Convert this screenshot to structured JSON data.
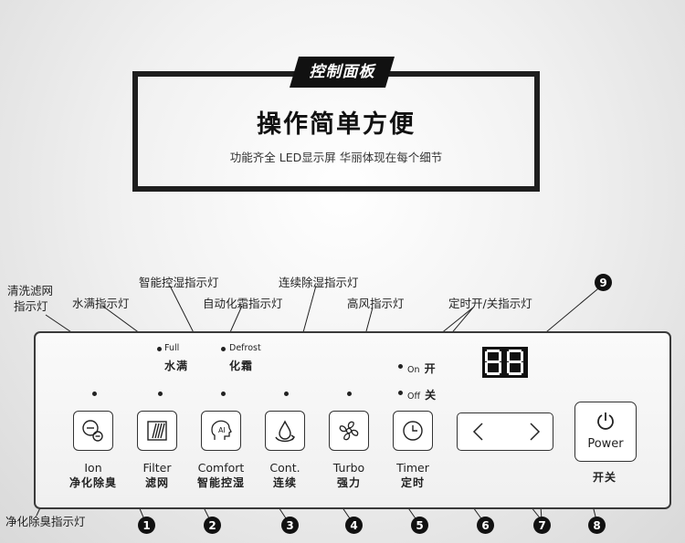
{
  "header": {
    "badge": "控制面板",
    "headline": "操作简单方便",
    "subline": "功能齐全 LED显示屏 华丽体现在每个细节"
  },
  "annotations": {
    "wash_filter_1": "清洗滤网",
    "wash_filter_2": "指示灯",
    "water_full": "水满指示灯",
    "smart_humidity": "智能控湿指示灯",
    "auto_defrost": "自动化霜指示灯",
    "continuous": "连续除湿指示灯",
    "turbo": "高风指示灯",
    "timer_onoff": "定时开/关指示灯",
    "ion": "净化除臭指示灯"
  },
  "indicators": {
    "full_en": "Full",
    "full_cn": "水满",
    "defrost_en": "Defrost",
    "defrost_cn": "化霜",
    "on_en": "On",
    "on_cn": "开",
    "off_en": "Off",
    "off_cn": "关"
  },
  "display": {
    "digits": "88"
  },
  "buttons": [
    {
      "en": "Ion",
      "cn": "净化除臭",
      "icon": "ion-icon",
      "num": "1"
    },
    {
      "en": "Filter",
      "cn": "滤网",
      "icon": "filter-icon",
      "num": "2"
    },
    {
      "en": "Comfort",
      "cn": "智能控湿",
      "icon": "ai-head-icon",
      "num": "3"
    },
    {
      "en": "Cont.",
      "cn": "连续",
      "icon": "water-drop-icon",
      "num": "4"
    },
    {
      "en": "Turbo",
      "cn": "强力",
      "icon": "fan-icon",
      "num": "5"
    },
    {
      "en": "Timer",
      "cn": "定时",
      "icon": "clock-icon",
      "num": "6"
    }
  ],
  "arrows": {
    "num": "7"
  },
  "power": {
    "label": "Power",
    "cn": "开关",
    "num": "8"
  },
  "display_num": "9",
  "colors": {
    "frame": "#1e1e1e",
    "panel_border": "#3a3a3a",
    "badge": "#111111"
  }
}
